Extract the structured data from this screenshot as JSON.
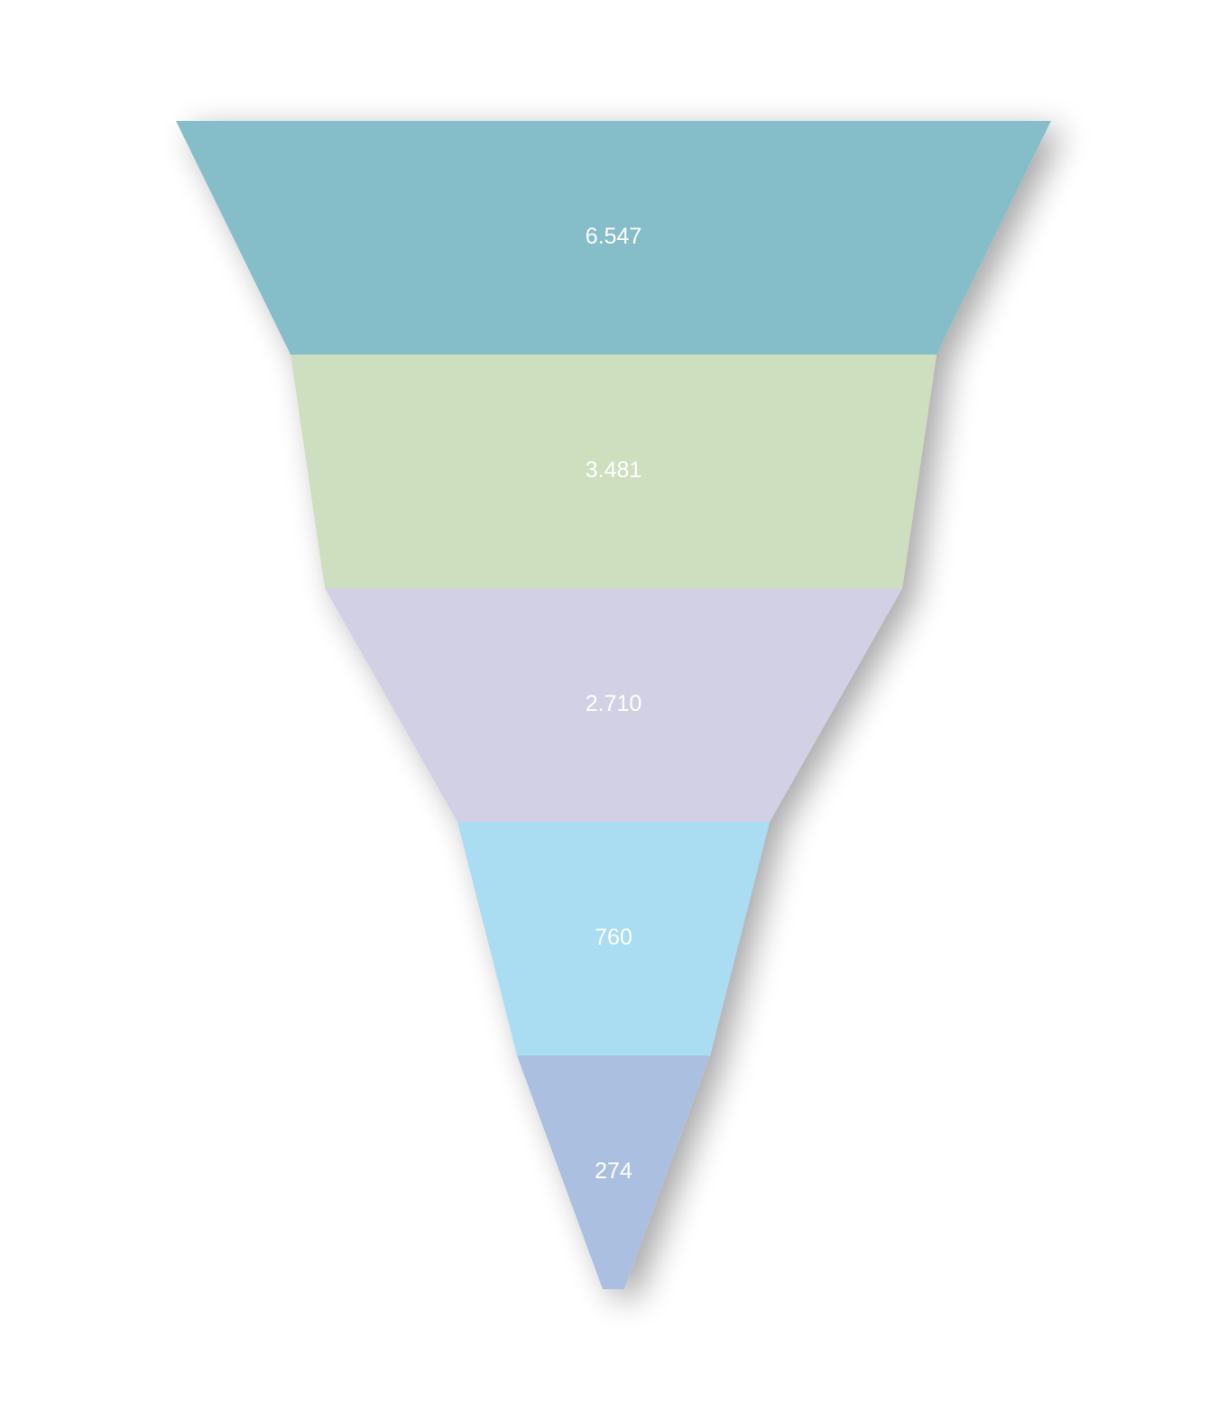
{
  "chart_data": {
    "type": "funnel",
    "values": [
      6547,
      3481,
      2710,
      760,
      274
    ],
    "labels": [
      "6.547",
      "3.481",
      "2.710",
      "760",
      "274"
    ],
    "colors": [
      "#85bec9",
      "#cddfbf",
      "#d2d0e5",
      "#aadcf2",
      "#abbfe0"
    ]
  }
}
